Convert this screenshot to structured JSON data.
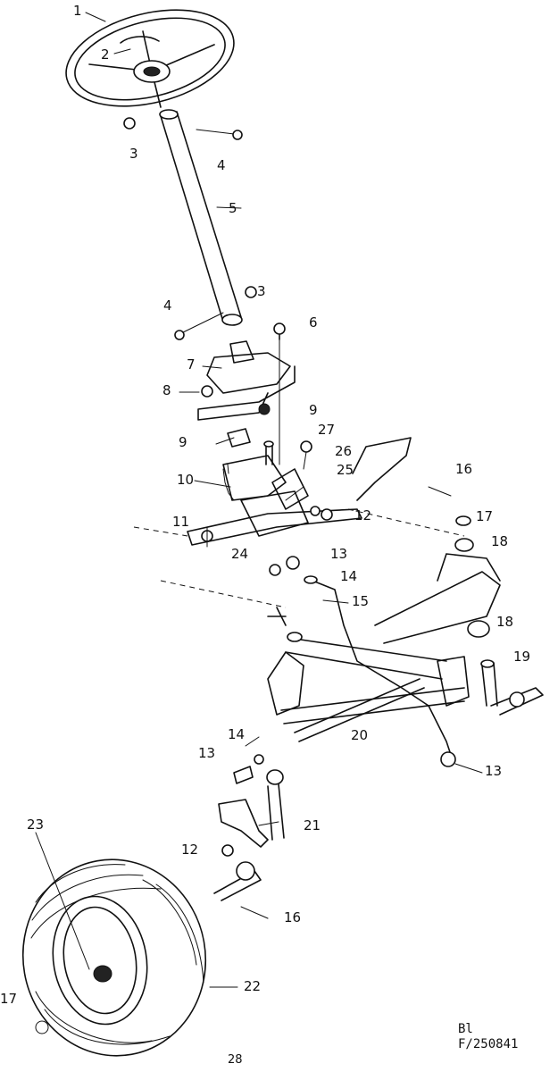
{
  "callouts": [
    "1",
    "2",
    "3",
    "4",
    "5",
    "3",
    "4",
    "6",
    "7",
    "8",
    "9",
    "9",
    "27",
    "26",
    "25",
    "10",
    "12",
    "11",
    "24",
    "13",
    "14",
    "15",
    "16",
    "17",
    "18",
    "18",
    "19",
    "20",
    "14",
    "13",
    "13",
    "21",
    "23",
    "12",
    "16",
    "22",
    "17"
  ],
  "footer": {
    "code_line1": "Bl",
    "code_line2": "F/250841",
    "page_number": "28"
  },
  "colors": {
    "ink": "#111111",
    "paper": "#ffffff"
  }
}
